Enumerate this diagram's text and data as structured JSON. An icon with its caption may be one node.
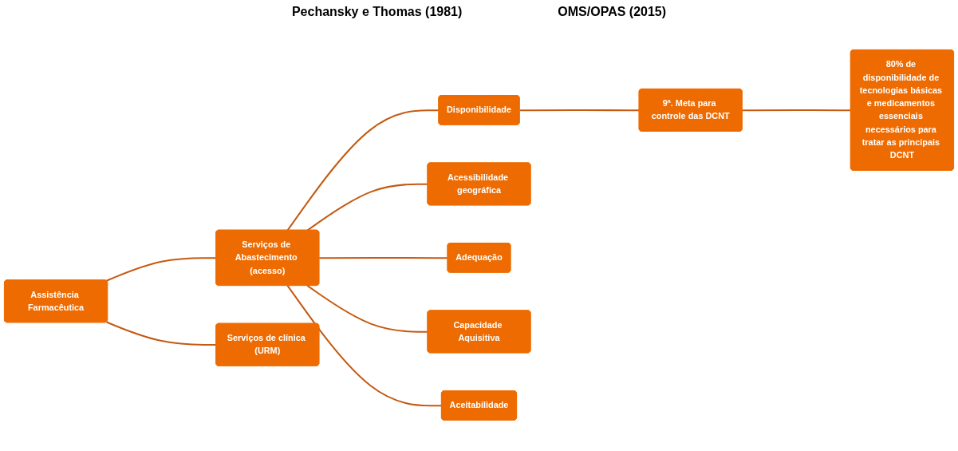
{
  "diagram": {
    "nodes": [
      {
        "text": [
          "Assistência Farmacêutica"
        ]
      },
      {
        "text": [
          "Serviços de Abastecimento (acesso)"
        ]
      },
      {
        "text": [
          "Serviços de clínica (URM)"
        ]
      },
      {
        "text": [
          "Disponibilidade"
        ]
      },
      {
        "text": [
          "Acessibilidade geográfica"
        ]
      },
      {
        "text": [
          "Adequação"
        ]
      },
      {
        "text": [
          "Capacidade Aquisitiva"
        ]
      },
      {
        "text": [
          "Aceitabilidade"
        ]
      },
      {
        "text": [
          "9ª. Meta para controle das DCNT"
        ]
      },
      {
        "text": [
          "80% de disponibilidade de tecnologias básicas e medicamentos essenciais necessários para tratar as principais DCNT"
        ]
      }
    ],
    "edges": [
      {
        "from": 0,
        "to": 1,
        "arrow": "none"
      },
      {
        "from": 0,
        "to": 2,
        "arrow": "none"
      },
      {
        "from": 1,
        "to": 3,
        "arrow": "none"
      },
      {
        "from": 1,
        "to": 4,
        "arrow": "none"
      },
      {
        "from": 1,
        "to": 5,
        "arrow": "none"
      },
      {
        "from": 1,
        "to": 6,
        "arrow": "none"
      },
      {
        "from": 1,
        "to": 7,
        "arrow": "none"
      },
      {
        "from": 3,
        "to": 8,
        "arrow": "none"
      },
      {
        "from": 8,
        "to": 9,
        "arrow": "none"
      }
    ],
    "labels": [
      "Pechansky e Thomas (1981)",
      "OMS/OPAS (2015)"
    ]
  }
}
